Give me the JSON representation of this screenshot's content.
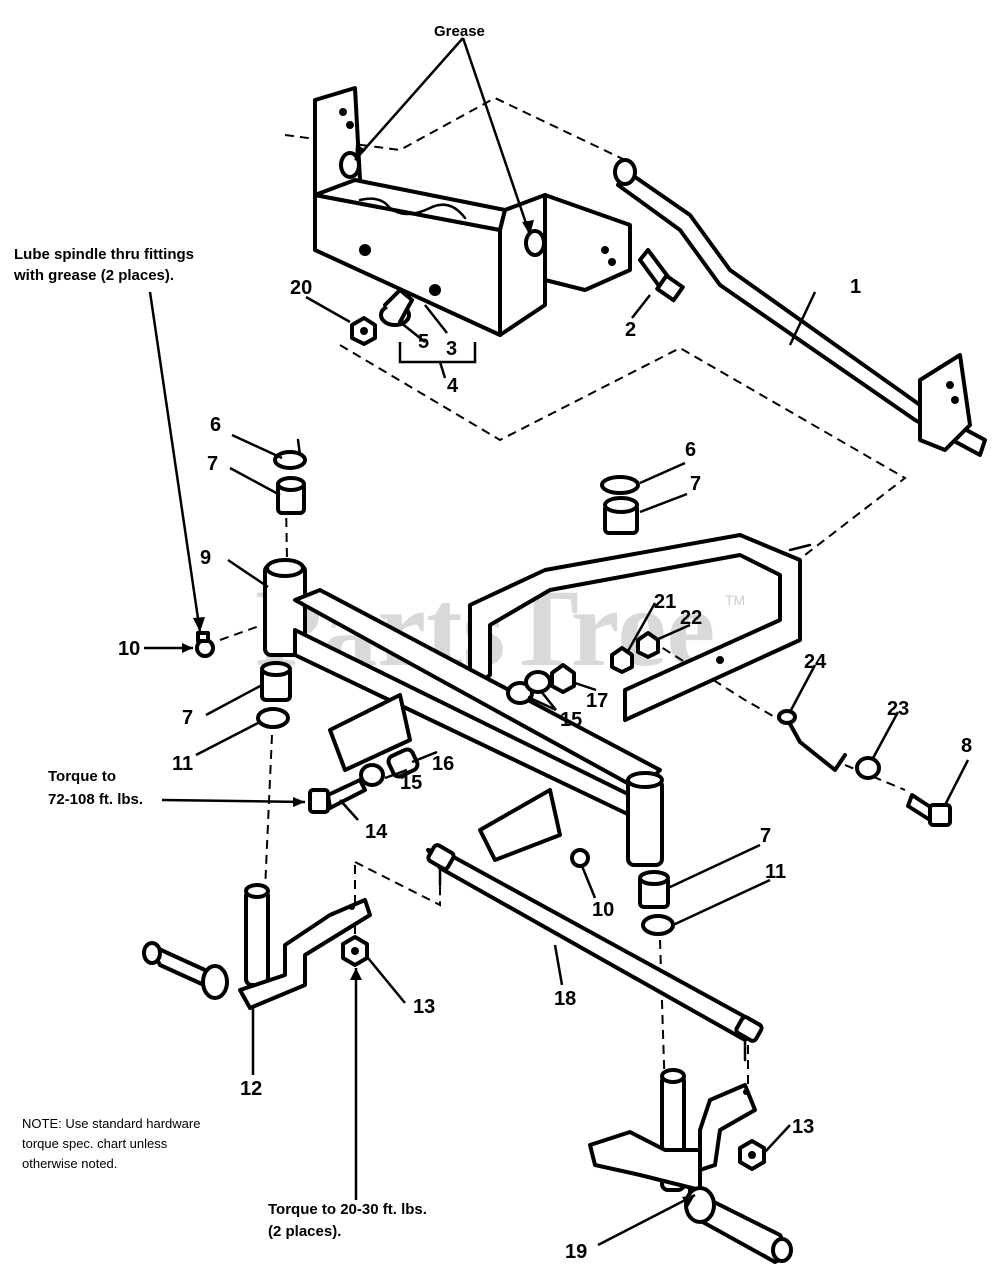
{
  "watermark": {
    "text": "PartsTree",
    "tm": "TM"
  },
  "notes": {
    "grease": "Grease",
    "lube_1": "Lube spindle thru fittings",
    "lube_2": "with grease (2 places).",
    "torque_a_1": "Torque to",
    "torque_a_2": "72-108 ft. lbs.",
    "torque_b_1": "Torque to 20-30 ft. lbs.",
    "torque_b_2": "(2 places).",
    "note_1": "NOTE: Use standard hardware",
    "note_2": "torque spec. chart unless",
    "note_3": "otherwise noted."
  },
  "callouts": {
    "c1": "1",
    "c2": "2",
    "c3": "3",
    "c4": "4",
    "c5": "5",
    "c6a": "6",
    "c6b": "6",
    "c7a": "7",
    "c7b": "7",
    "c7c": "7",
    "c7d": "7",
    "c8": "8",
    "c9": "9",
    "c10a": "10",
    "c10b": "10",
    "c11a": "11",
    "c11b": "11",
    "c12": "12",
    "c13a": "13",
    "c13b": "13",
    "c14": "14",
    "c15a": "15",
    "c15b": "15",
    "c16": "16",
    "c17": "17",
    "c18": "18",
    "c19": "19",
    "c20": "20",
    "c21": "21",
    "c22": "22",
    "c23": "23",
    "c24": "24"
  }
}
